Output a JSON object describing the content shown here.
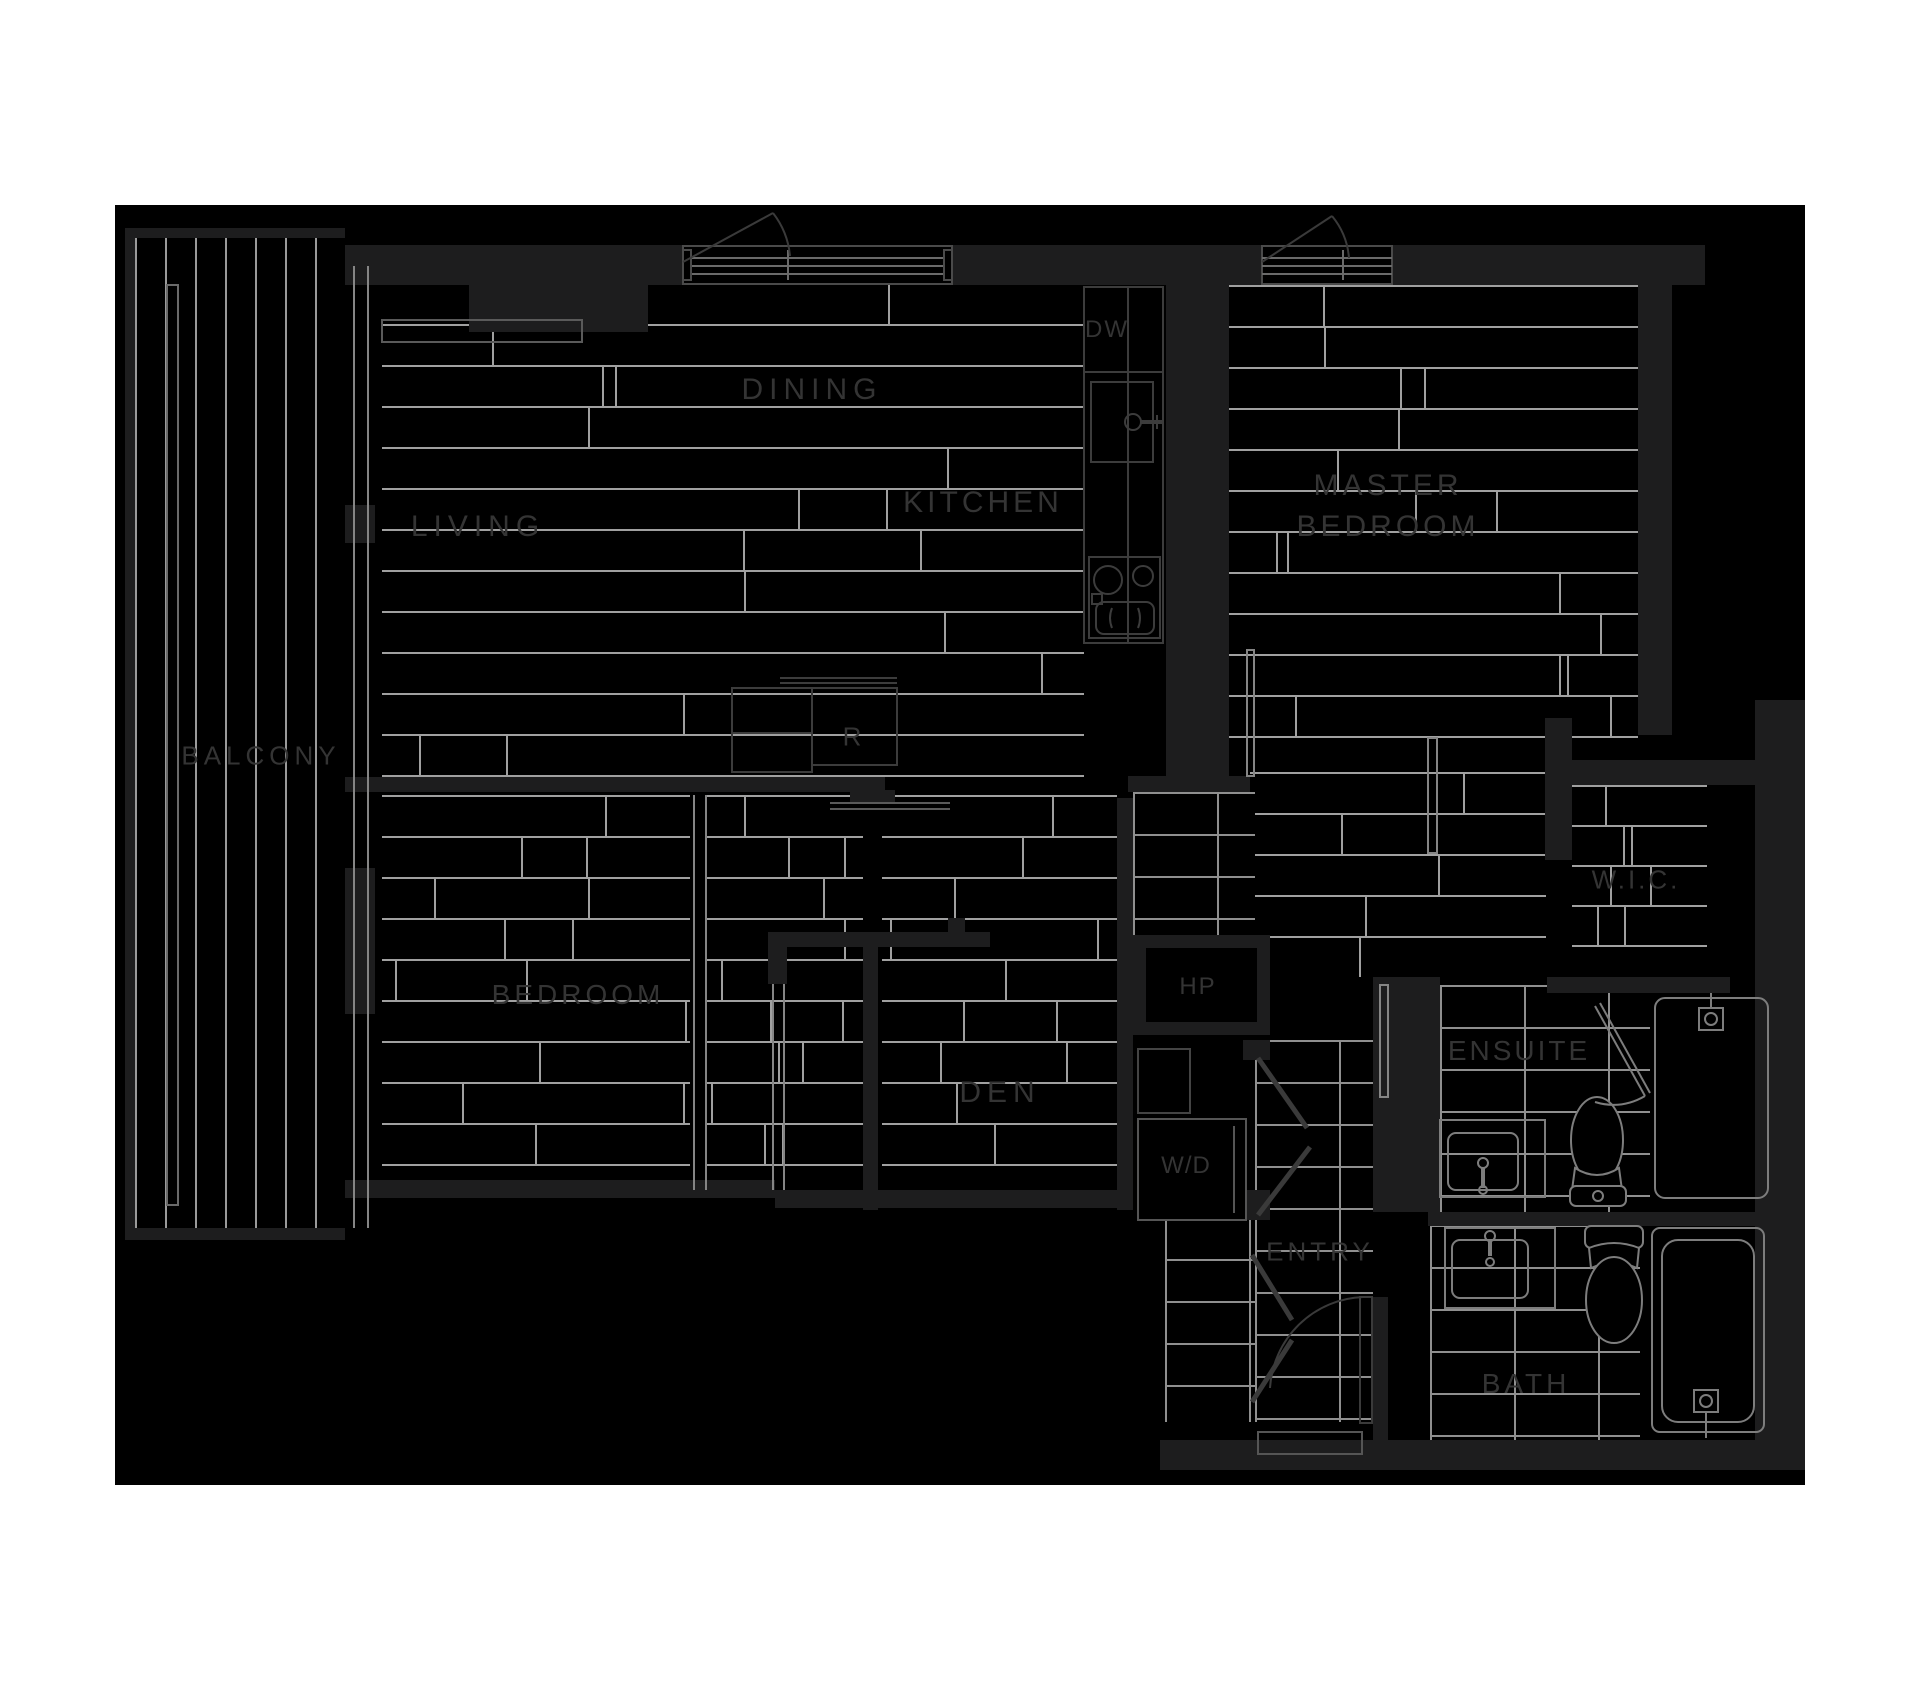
{
  "plan": {
    "type": "apartment-floor-plan"
  },
  "colors": {
    "page_background": "#ffffff",
    "canvas_background": "#000000",
    "wall": "#1d1d1e",
    "plank_line": "#a0a0a0",
    "tile_line": "#8f8f8f",
    "label_text": "#343434",
    "kitchen_fixture_stroke": "#3c3c3c",
    "bath_fixture_stroke": "#7d7d7d",
    "door_stroke": "#3a3a3a",
    "sliding_door_stroke": "#858585"
  },
  "rooms": {
    "balcony": {
      "label": "BALCONY"
    },
    "living": {
      "label": "LIVING"
    },
    "dining": {
      "label": "DINING"
    },
    "kitchen": {
      "label": "KITCHEN"
    },
    "master_bedroom": {
      "label_line1": "MASTER",
      "label_line2": "BEDROOM"
    },
    "wic": {
      "label": "W.I.C."
    },
    "bedroom": {
      "label": "BEDROOM"
    },
    "den": {
      "label": "DEN"
    },
    "entry": {
      "label": "ENTRY"
    },
    "ensuite": {
      "label": "ENSUITE"
    },
    "bath": {
      "label": "BATH"
    }
  },
  "fixtures": {
    "dishwasher": {
      "label": "DW"
    },
    "refrigerator": {
      "label": "R"
    },
    "heat_pump": {
      "label": "HP"
    },
    "washer_dryer": {
      "label": "W/D"
    }
  }
}
